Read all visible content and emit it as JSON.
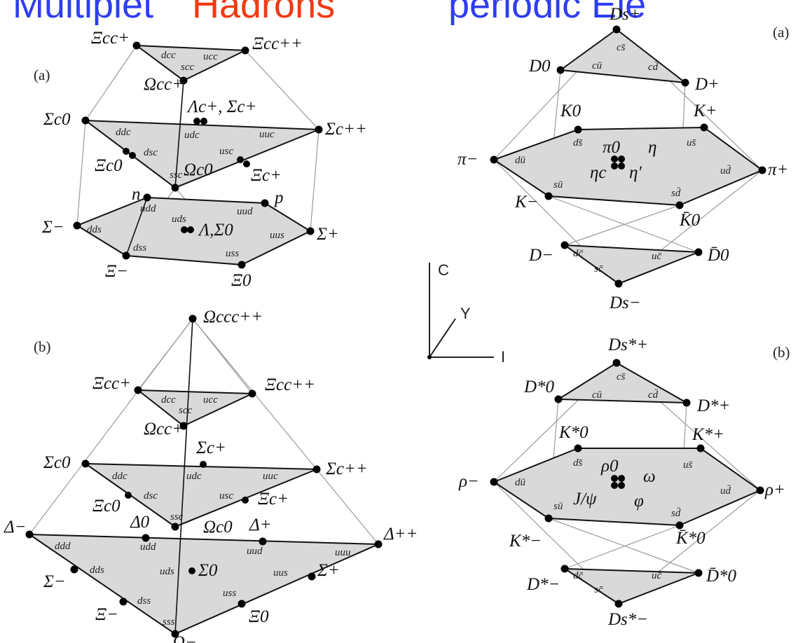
{
  "title": {
    "part1": "Multiplet",
    "part2": "Hadrons",
    "part3": "periodic Ele",
    "color_main": "#2f3df0",
    "color_accent": "#f03a12"
  },
  "colors": {
    "plane_fill": "#d9d9d9",
    "edge": "#111111",
    "guide": "#9a9a9a",
    "dot": "#000000"
  },
  "axes": {
    "c": "C",
    "y": "Y",
    "i": "I"
  },
  "baryons_a": {
    "panel": "(a)",
    "hadrons": {
      "xi_cc_plus": "Ξcc+",
      "xi_cc_pp": "Ξcc++",
      "omega_cc_plus": "Ωcc+",
      "lambda_c_sigma_c": "Λc+, Σc+",
      "sigma_c0": "Σc0",
      "sigma_cpp": "Σc++",
      "xi_c0": "Ξc0",
      "omega_c0": "Ωc0",
      "xi_c_plus": "Ξc+",
      "n": "n",
      "p": "p",
      "sigma_minus": "Σ−",
      "sigma_plus": "Σ+",
      "lambda_sigma0": "Λ,Σ0",
      "xi_minus": "Ξ−",
      "xi_zero": "Ξ0"
    },
    "quarks": {
      "dcc": "dcc",
      "ucc": "ucc",
      "scc": "scc",
      "ddc": "ddc",
      "udc": "udc",
      "uuc": "uuc",
      "dsc": "dsc",
      "usc": "usc",
      "ssc": "ssc",
      "udd": "udd",
      "uud": "uud",
      "dds": "dds",
      "uds": "uds",
      "uus": "uus",
      "dss": "dss",
      "uss": "uss"
    }
  },
  "baryons_b": {
    "panel": "(b)",
    "hadrons": {
      "omega_ccc": "Ωccc++",
      "xi_cc_plus": "Ξcc+",
      "xi_cc_pp": "Ξcc++",
      "omega_cc_plus": "Ωcc+",
      "sigma_c_plus": "Σc+",
      "sigma_c0": "Σc0",
      "sigma_cpp": "Σc++",
      "xi_c0": "Ξc0",
      "xi_c_plus": "Ξc+",
      "omega_c0": "Ωc0",
      "delta_minus": "Δ−",
      "delta_0": "Δ0",
      "delta_plus": "Δ+",
      "delta_pp": "Δ++",
      "sigma_0": "Σ0",
      "sigma_minus": "Σ−",
      "sigma_plus": "Σ+",
      "xi_minus": "Ξ−",
      "xi_zero": "Ξ0",
      "omega_minus": "Ω−"
    },
    "quarks": {
      "dcc": "dcc",
      "ucc": "ucc",
      "scc": "scc",
      "ddc": "ddc",
      "udc": "udc",
      "uuc": "uuc",
      "dsc": "dsc",
      "usc": "usc",
      "ssc": "ssc",
      "ddd": "ddd",
      "udd": "udd",
      "uud": "uud",
      "uuu": "uuu",
      "dds": "dds",
      "uds": "uds",
      "uus": "uus",
      "dss": "dss",
      "uss": "uss",
      "sss": "sss"
    }
  },
  "mesons_a": {
    "panel": "(a)",
    "hadrons": {
      "ds_plus": "Ds+",
      "d0": "D0",
      "d_plus": "D+",
      "k0": "K0",
      "k_plus": "K+",
      "pi_minus": "π−",
      "pi_zero": "π0",
      "eta": "η",
      "eta_c": "ηc",
      "eta_prime": "η′",
      "pi_plus": "π+",
      "k_minus": "K−",
      "k0_bar": "K̄0",
      "d_minus": "D−",
      "d0_bar": "D̄0",
      "ds_minus": "Ds−"
    },
    "quarks": {
      "cs_bar": "cs̄",
      "cu_bar": "cū",
      "cd_bar": "cd̄",
      "ds_bar": "ds̄",
      "us_bar": "us̄",
      "du_bar": "dū",
      "ud_bar": "ud̄",
      "su_bar": "sū",
      "sd_bar": "sd̄",
      "dc_bar": "dc̄",
      "uc_bar": "uc̄",
      "sc_bar": "sc̄"
    }
  },
  "mesons_b": {
    "panel": "(b)",
    "hadrons": {
      "ds_star_plus": "Ds*+",
      "d_star0": "D*0",
      "d_star_plus": "D*+",
      "k_star0": "K*0",
      "k_star_plus": "K*+",
      "rho_minus": "ρ−",
      "rho_zero": "ρ0",
      "omega": "ω",
      "jpsi": "J/ψ",
      "phi": "φ",
      "rho_plus": "ρ+",
      "k_star_minus": "K*−",
      "k_star0_bar": "K̄*0",
      "d_star_minus": "D*−",
      "d_star0_bar": "D̄*0",
      "ds_star_minus": "Ds*−"
    },
    "quarks": {
      "cs_bar": "cs̄",
      "cu_bar": "cū",
      "cd_bar": "cd̄",
      "ds_bar": "ds̄",
      "us_bar": "us̄",
      "du_bar": "dū",
      "ud_bar": "ud̄",
      "su_bar": "sū",
      "sd_bar": "sd̄",
      "dc_bar": "dc̄",
      "uc_bar": "uc̄",
      "sc_bar": "sc̄"
    }
  }
}
